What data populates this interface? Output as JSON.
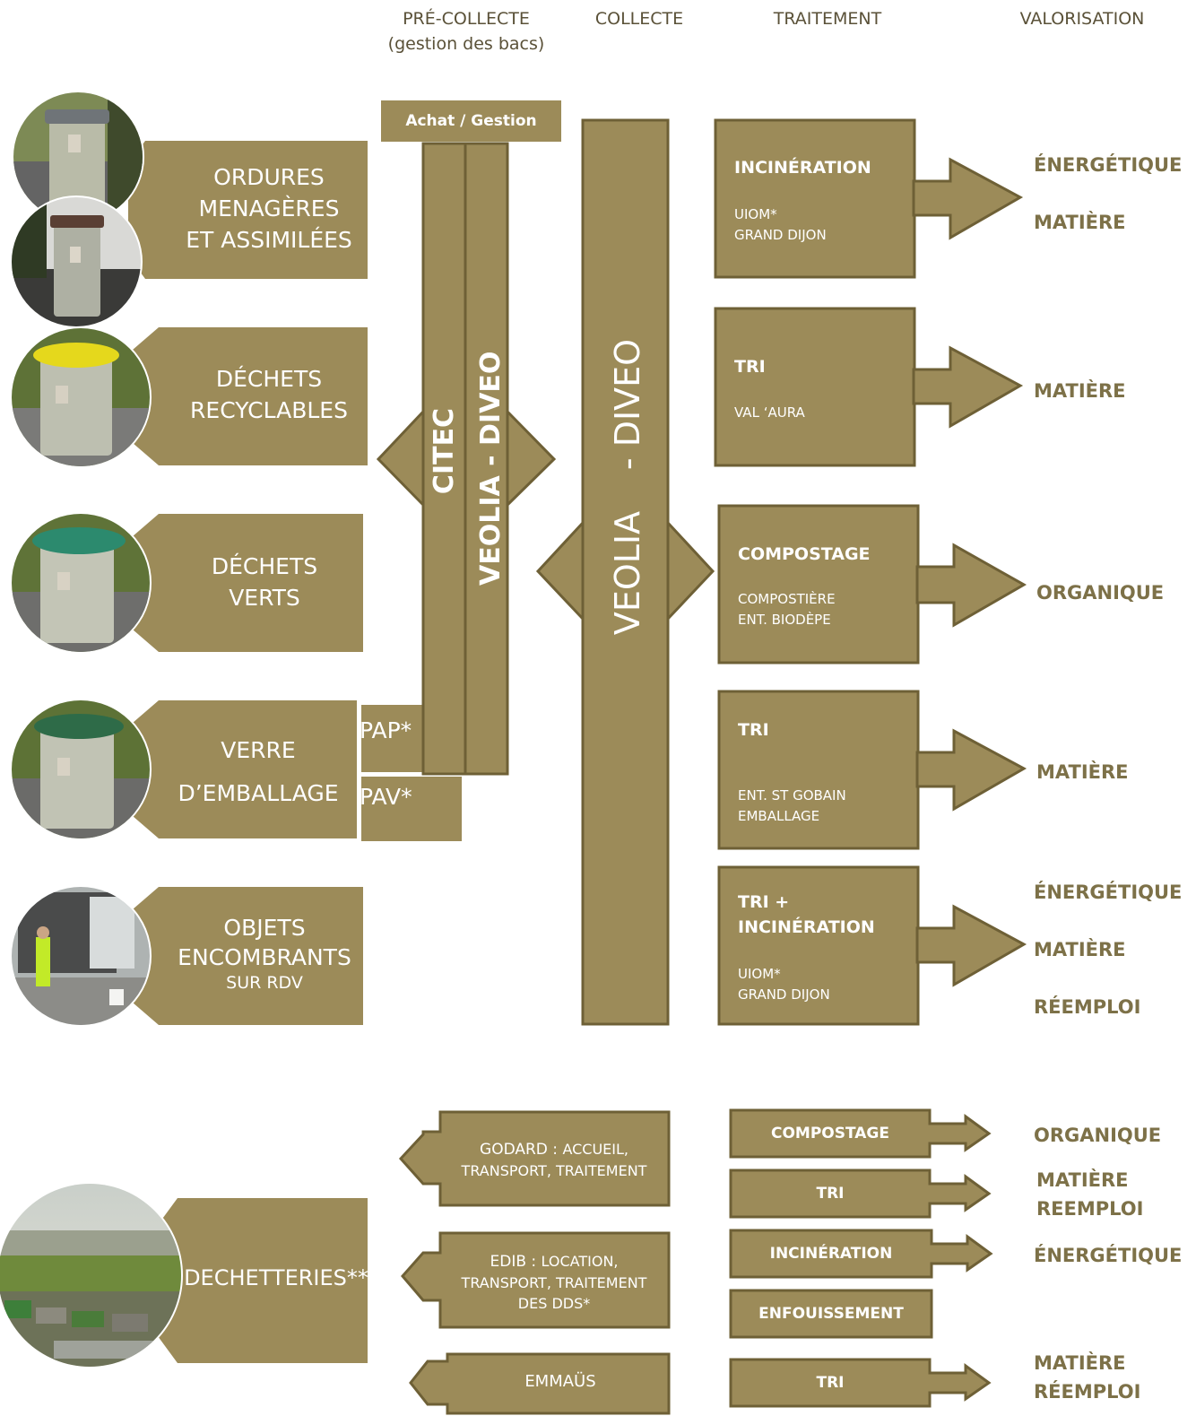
{
  "headers": {
    "precollecte_line1": "PRÉ-COLLECTE",
    "precollecte_line2": "(gestion des bacs)",
    "collecte": "COLLECTE",
    "traitement": "TRAITEMENT",
    "valorisation": "VALORISATION"
  },
  "achat_gestion": "Achat / Gestion",
  "categories": {
    "ordures": [
      "ORDURES",
      "MENAGÈRES",
      "ET ASSIMILÉES"
    ],
    "recyclables": [
      "DÉCHETS",
      "RECYCLABLES"
    ],
    "verts": [
      "DÉCHETS",
      "VERTS"
    ],
    "verre": [
      "VERRE",
      "D’EMBALLAGE"
    ],
    "encombrants": [
      "OBJETS",
      "ENCOMBRANTS",
      "SUR RDV"
    ],
    "decheteries": "DECHETTERIES**"
  },
  "verre_modes": {
    "pap": "PAP*",
    "pav": "PAV*"
  },
  "precollecte_bars": {
    "citec": "CITEC",
    "veolia_diveo": "VEOLIA - DIVEO"
  },
  "collecte_bar": {
    "veolia": "VEOLIA",
    "diveo": "- DIVEO"
  },
  "treatments": [
    {
      "title": "INCINÉRATION",
      "sub": [
        "UIOM*",
        "GRAND DIJON"
      ]
    },
    {
      "title": "TRI",
      "sub": [
        "VAL ‘AURA"
      ]
    },
    {
      "title": "COMPOSTAGE",
      "sub": [
        "COMPOSTIÈRE",
        "ENT. BIODÈPE"
      ]
    },
    {
      "title": "TRI",
      "sub": [
        "ENT. ST GOBAIN",
        "EMBALLAGE"
      ]
    },
    {
      "title": "TRI +",
      "title2": "INCINÉRATION",
      "sub": [
        "UIOM*",
        "GRAND DIJON"
      ]
    }
  ],
  "valorisations": {
    "v1": [
      "ÉNERGÉTIQUE",
      "MATIÈRE"
    ],
    "v2": [
      "MATIÈRE"
    ],
    "v3": [
      "ORGANIQUE"
    ],
    "v4": [
      "MATIÈRE"
    ],
    "v5": [
      "ÉNERGÉTIQUE",
      "MATIÈRE",
      "RÉEMPLOI"
    ]
  },
  "decheterie_operators": {
    "godard": {
      "name": "GODARD : ",
      "rest1": "ACCUEIL,",
      "rest2": "TRANSPORT, TRAITEMENT"
    },
    "edib": {
      "name": "EDIB : ",
      "rest1": "LOCATION,",
      "rest2": "TRANSPORT, TRAITEMENT",
      "rest3": "DES DDS*"
    },
    "emmaus": "EMMAÜS"
  },
  "decheterie_treatments": [
    "COMPOSTAGE",
    "TRI",
    "INCINÉRATION",
    "ENFOUISSEMENT",
    "TRI"
  ],
  "decheterie_valorisations": {
    "organique": "ORGANIQUE",
    "matiere_reemploi": [
      "MATIÈRE",
      "REEMPLOI"
    ],
    "energetique": "ÉNERGÉTIQUE",
    "matiere_reemploi_2": [
      "MATIÈRE",
      "RÉEMPLOI"
    ]
  },
  "colors": {
    "olive": "#9c8b59",
    "outline": "#6e6036",
    "value_text": "#7d7148"
  },
  "icons": [
    "grey-lid-bin-photo",
    "brown-lid-bin-photo",
    "yellow-lid-bin-photo",
    "green-lid-bin-photo",
    "dark-green-lid-bin-photo",
    "garbage-truck-photo",
    "waste-center-photo"
  ]
}
